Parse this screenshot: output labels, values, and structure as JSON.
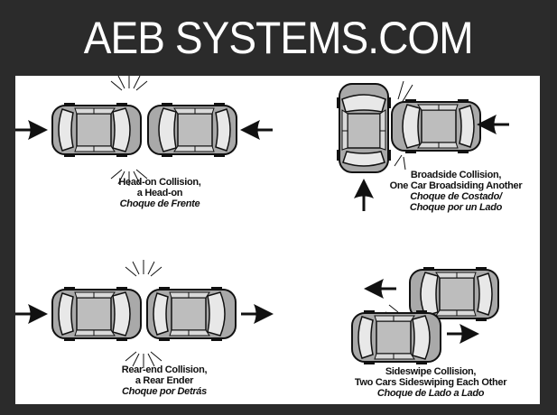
{
  "header": {
    "title": "AEB SYSTEMS.COM"
  },
  "colors": {
    "background": "#2b2b2b",
    "panel": "#ffffff",
    "car_body": "#a9a9a9",
    "car_glass": "#e8e8e8",
    "outline": "#111111"
  },
  "collisions": [
    {
      "id": "head-on",
      "line1": "Head-on Collision,",
      "line2": "a Head-on",
      "line3": "Choque de Frente"
    },
    {
      "id": "broadside",
      "line1": "Broadside Collision,",
      "line2": "One Car Broadsiding Another",
      "line3": "Choque de Costado/",
      "line4": "Choque por un Lado"
    },
    {
      "id": "rear-end",
      "line1": "Rear-end Collision,",
      "line2": "a Rear Ender",
      "line3": "Choque por Detrás"
    },
    {
      "id": "sideswipe",
      "line1": "Sideswipe Collision,",
      "line2": "Two Cars Sideswiping Each Other",
      "line3": "Choque de Lado a Lado"
    }
  ]
}
